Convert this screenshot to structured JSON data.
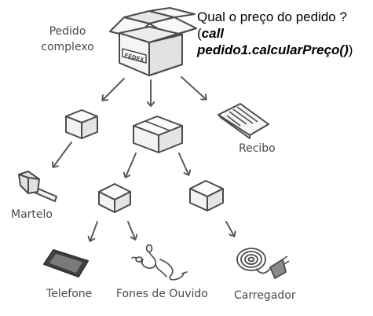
{
  "root": {
    "label_line1": "Pedido",
    "label_line2": "complexo",
    "box_stamp": "FEDEX"
  },
  "question": {
    "line1": "Qual o preço do pedido ?",
    "open_paren": "(",
    "call_text": "call",
    "line3": "pedido1.calcularPreço()",
    "close_paren": ")"
  },
  "items": {
    "receipt": "Recibo",
    "hammer": "Martelo",
    "phone": "Telefone",
    "headphones": "Fones de Ouvido",
    "charger": "Carregador"
  },
  "icons": {
    "root_box": "open-box-icon",
    "small_box": "box-icon",
    "receipt": "receipt-icon",
    "hammer": "hammer-icon",
    "phone": "phone-icon",
    "headphones": "earphones-icon",
    "charger": "charger-icon"
  },
  "colors": {
    "stroke": "#4a4a4a",
    "fill": "#f2f2f2",
    "text": "#4a4a4a"
  }
}
